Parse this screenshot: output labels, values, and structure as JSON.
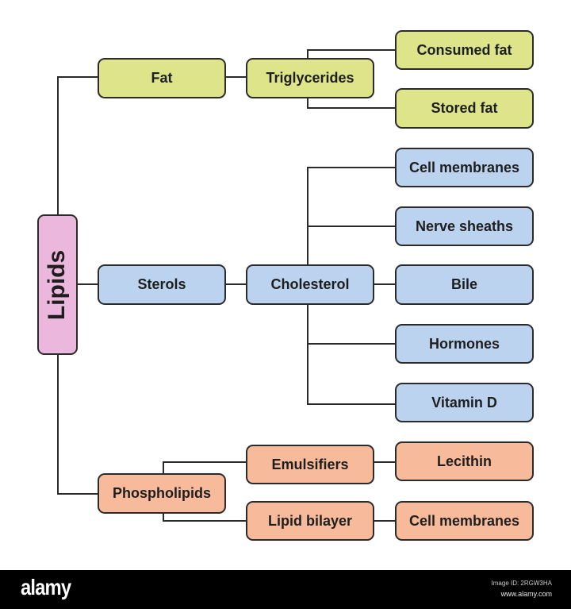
{
  "diagram": {
    "root": "Lipids",
    "fat": {
      "category": "Fat",
      "compound": "Triglycerides",
      "leaves": [
        "Consumed fat",
        "Stored fat"
      ]
    },
    "sterols": {
      "category": "Sterols",
      "compound": "Cholesterol",
      "leaves": [
        "Cell membranes",
        "Nerve sheaths",
        "Bile",
        "Hormones",
        "Vitamin D"
      ]
    },
    "phospholipids": {
      "category": "Phospholipids",
      "branches": [
        {
          "label": "Emulsifiers",
          "leaf": "Lecithin"
        },
        {
          "label": "Lipid bilayer",
          "leaf": "Cell membranes"
        }
      ]
    },
    "colors": {
      "root": "#ecb7dc",
      "fat": "#dde48a",
      "sterols": "#bcd3ef",
      "phospholipids": "#f7bb9b",
      "line": "#2b2b2b"
    }
  },
  "footer": {
    "logo": "alamy",
    "image_id": "Image ID: 2RGW3HA",
    "url": "www.alamy.com"
  }
}
